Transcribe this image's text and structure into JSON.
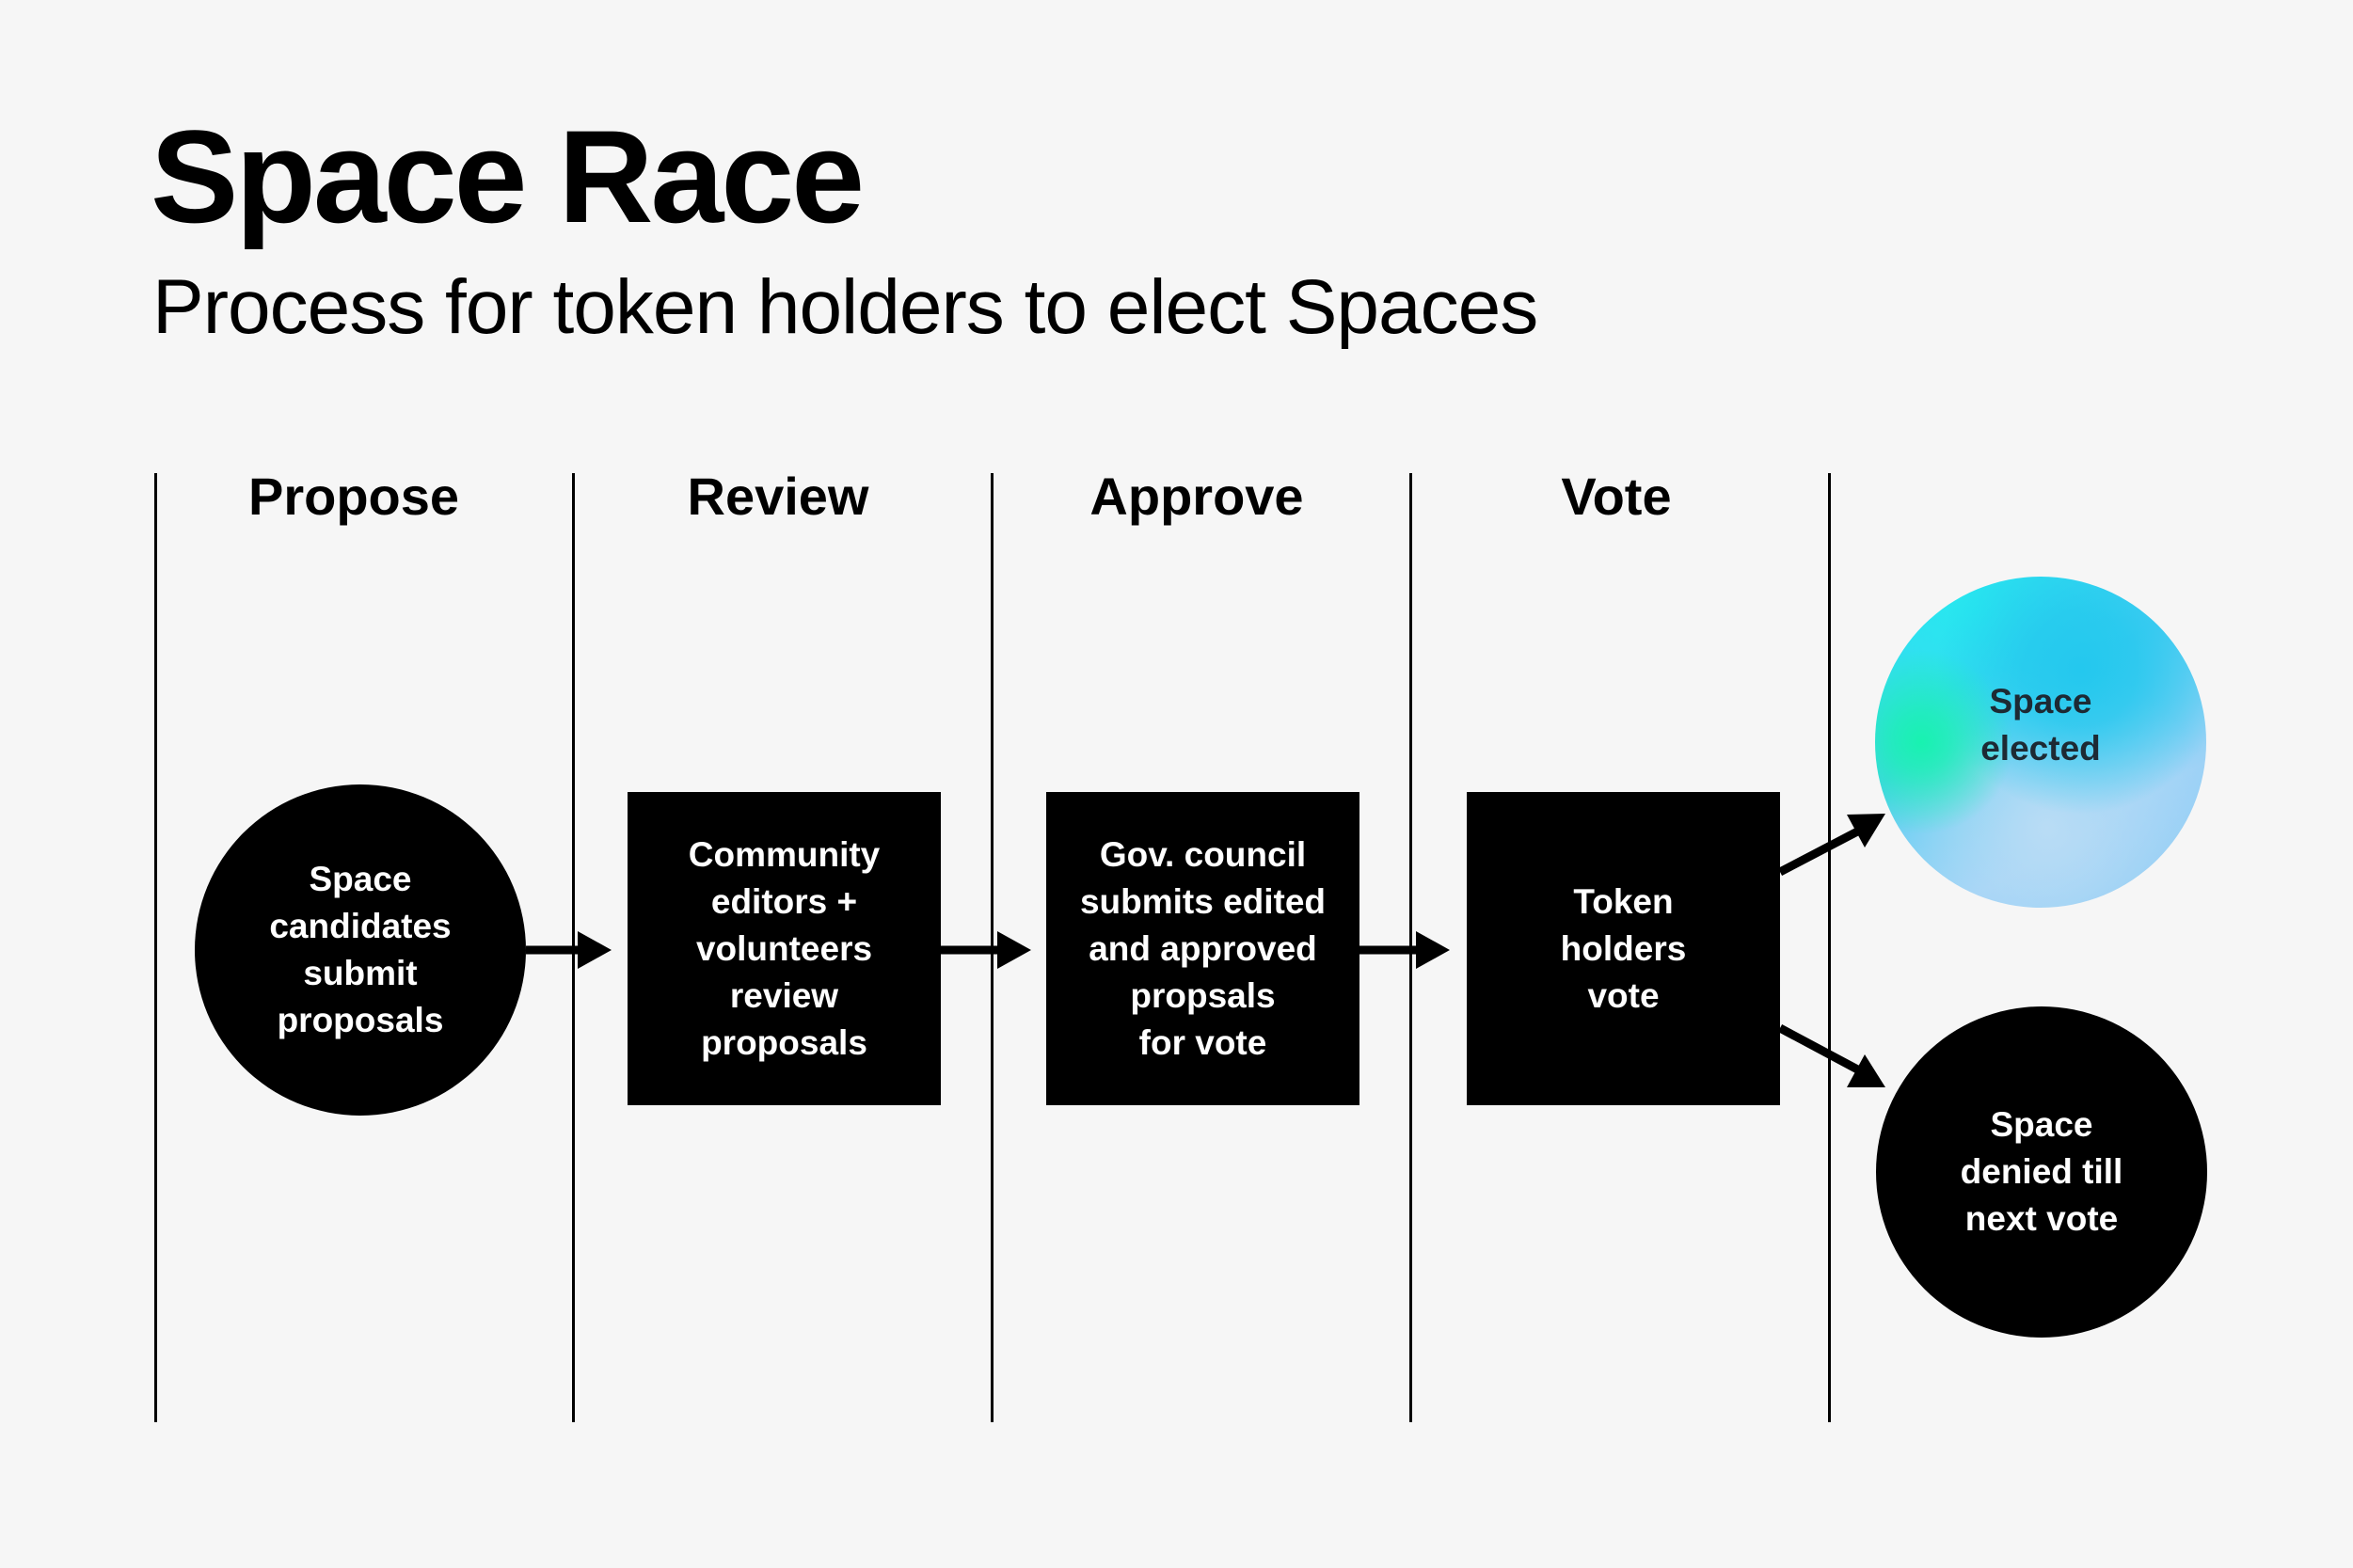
{
  "title": "Space Race",
  "subtitle": "Process for token holders to elect Spaces",
  "stages": [
    "Propose",
    "Review",
    "Approve",
    "Vote"
  ],
  "nodes": {
    "propose": "Space\ncandidates\nsubmit\nproposals",
    "review": "Community\neditors +\nvolunteers\nreview\nproposals",
    "approve": "Gov. council\nsubmits edited\nand approved\npropsals\nfor vote",
    "vote": "Token\nholders\nvote",
    "elected": "Space\nelected",
    "denied": "Space\ndenied till\nnext vote"
  },
  "colors": {
    "background": "#f6f6f6",
    "node_fill": "#000000",
    "elected_gradient": [
      "#18f2b0",
      "#24c8ee",
      "#9ed2f6"
    ]
  }
}
